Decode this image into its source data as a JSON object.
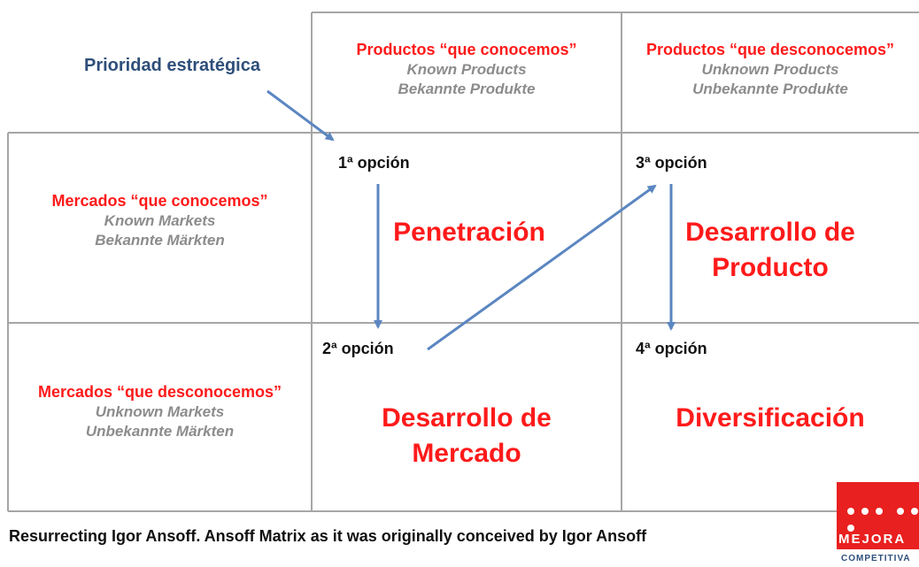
{
  "header": {
    "priority_label": "Prioridad estratégica",
    "col1": {
      "es": "Productos “que conocemos”",
      "en": "Known Products",
      "de": "Bekannte Produkte"
    },
    "col2": {
      "es": "Productos “que desconocemos”",
      "en": "Unknown Products",
      "de": "Unbekannte Produkte"
    }
  },
  "rows": [
    {
      "es": "Mercados “que conocemos”",
      "en": "Known Markets",
      "de": "Bekannte Märkten"
    },
    {
      "es": "Mercados “que desconocemos”",
      "en": "Unknown Markets",
      "de": "Unbekannte Märkten"
    }
  ],
  "cells": {
    "c11": {
      "option": "1ª opción",
      "strategy_line1": "Penetración"
    },
    "c12": {
      "option": "3ª opción",
      "strategy_line1": "Desarrollo de",
      "strategy_line2": "Producto"
    },
    "c21": {
      "option": "2ª opción",
      "strategy_line1": "Desarrollo de",
      "strategy_line2": "Mercado"
    },
    "c22": {
      "option": "4ª opción",
      "strategy_line1": "Diversificación"
    }
  },
  "caption": "Resurrecting Igor Ansoff. Ansoff Matrix as it was originally conceived by Igor Ansoff",
  "logo": {
    "name": "MEJORA",
    "sub": "COMPETITIVA"
  },
  "colors": {
    "red": "#ff1a1a",
    "gray": "#8c8c8c",
    "arrow": "#5b86c1",
    "grid": "#a6a6a6"
  }
}
